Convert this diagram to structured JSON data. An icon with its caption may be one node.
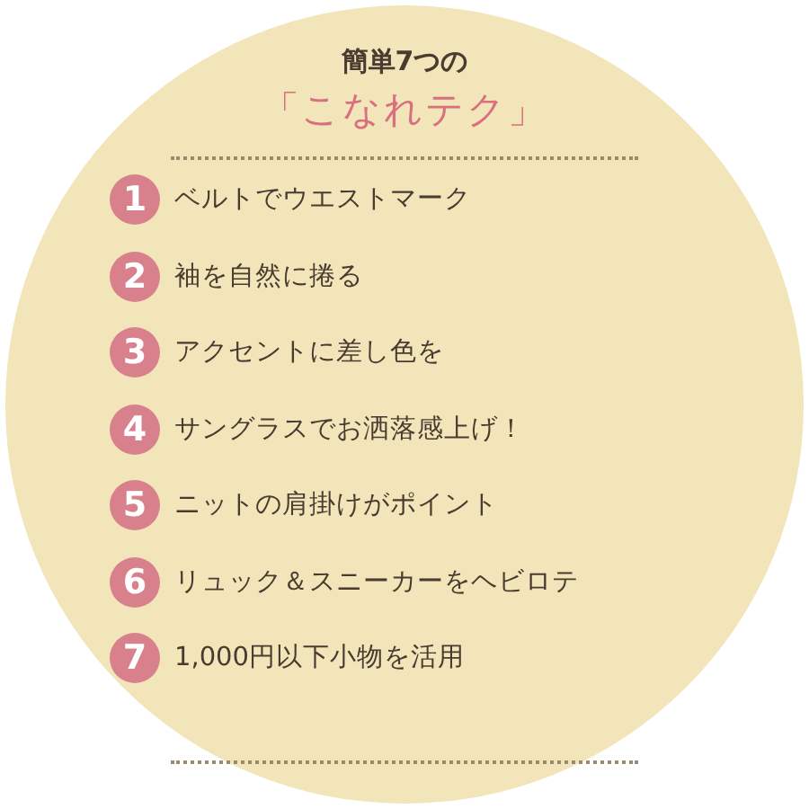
{
  "diagram": {
    "nodes": [
      {
        "text": [
          "簡単7つの",
          "「こなれテク」"
        ]
      },
      {
        "text": [
          "1"
        ],
        "in": 0,
        "beside": [
          "ベルトでウエストマーク"
        ]
      },
      {
        "text": [
          "2"
        ],
        "in": 0,
        "beside": [
          "袖を自然に捲る"
        ]
      },
      {
        "text": [
          "3"
        ],
        "in": 0,
        "beside": [
          "アクセントに差し色を"
        ]
      },
      {
        "text": [
          "4"
        ],
        "in": 0,
        "beside": [
          "サングラスでお洒落感上げ！"
        ]
      },
      {
        "text": [
          "5"
        ],
        "in": 0,
        "beside": [
          "ニットの肩掛けがポイント"
        ]
      },
      {
        "text": [
          "6"
        ],
        "in": 0,
        "beside": [
          "リュック＆スニーカーをヘビロテ"
        ]
      },
      {
        "text": [
          "7"
        ],
        "in": 0,
        "beside": [
          "1,000円以下小物を活用"
        ]
      }
    ],
    "edges": []
  }
}
